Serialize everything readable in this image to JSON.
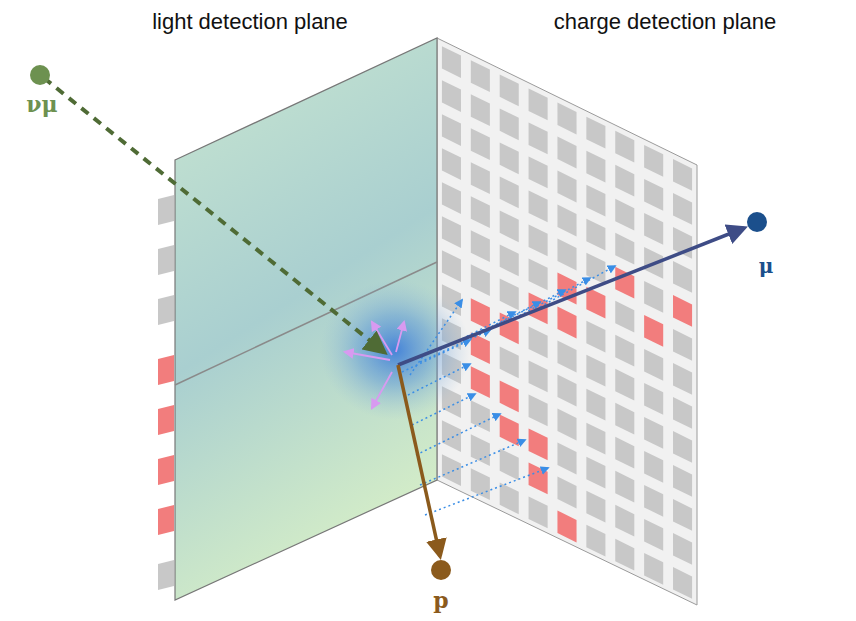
{
  "diagram": {
    "labels": [
      "light detection plane",
      "charge detection plane",
      "νμ",
      "μ",
      "p"
    ]
  }
}
